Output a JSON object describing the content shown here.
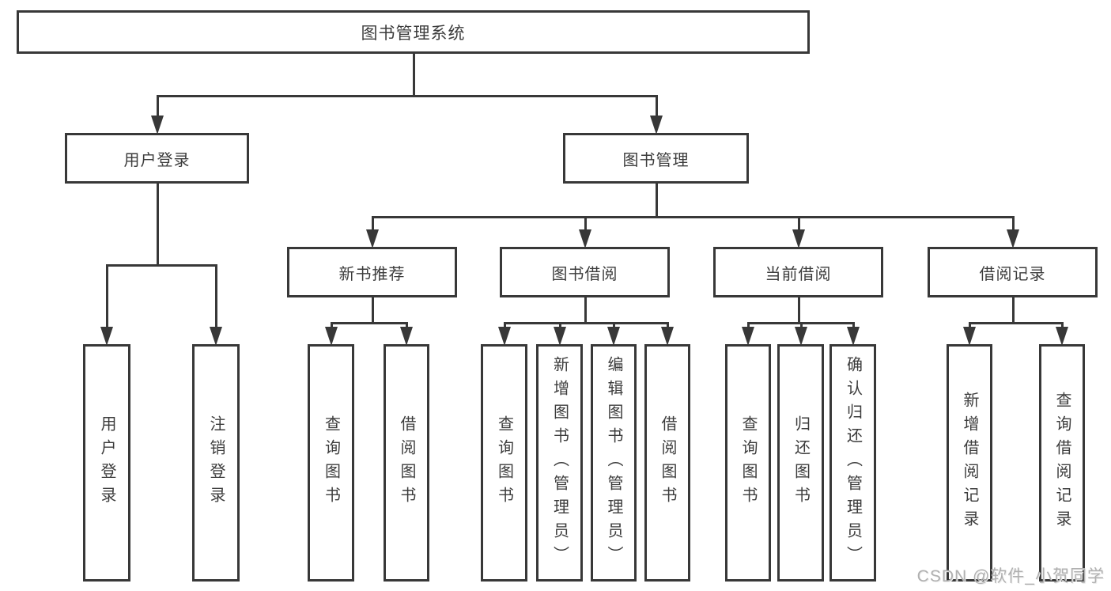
{
  "diagram": {
    "title": "图书管理系统",
    "watermark": "CSDN @软件_小贺同学",
    "colors": {
      "line": "#383838",
      "text": "#3c3c3c",
      "box_background": "#ffffff",
      "watermark": "#b0b0b0"
    },
    "nodes": [
      {
        "id": "root",
        "label": "图书管理系统",
        "orientation": "horizontal",
        "level": 1
      },
      {
        "id": "user-login",
        "label": "用户登录",
        "orientation": "horizontal",
        "level": 2
      },
      {
        "id": "book-mgmt",
        "label": "图书管理",
        "orientation": "horizontal",
        "level": 2
      },
      {
        "id": "new-book-rec",
        "label": "新书推荐",
        "orientation": "horizontal",
        "level": 3
      },
      {
        "id": "book-borrow",
        "label": "图书借阅",
        "orientation": "horizontal",
        "level": 3
      },
      {
        "id": "current-borrow",
        "label": "当前借阅",
        "orientation": "horizontal",
        "level": 3
      },
      {
        "id": "borrow-records",
        "label": "借阅记录",
        "orientation": "horizontal",
        "level": 3
      },
      {
        "id": "login",
        "label": "用户登录",
        "orientation": "vertical",
        "level": 4
      },
      {
        "id": "logout",
        "label": "注销登录",
        "orientation": "vertical",
        "level": 4
      },
      {
        "id": "query-book-1",
        "label": "查询图书",
        "orientation": "vertical",
        "level": 4
      },
      {
        "id": "borrow-book-1",
        "label": "借阅图书",
        "orientation": "vertical",
        "level": 4
      },
      {
        "id": "query-book-2",
        "label": "查询图书",
        "orientation": "vertical",
        "level": 4
      },
      {
        "id": "add-book",
        "label": "新增图书（管理员）",
        "orientation": "vertical",
        "level": 4
      },
      {
        "id": "edit-book",
        "label": "编辑图书（管理员）",
        "orientation": "vertical",
        "level": 4
      },
      {
        "id": "borrow-book-2",
        "label": "借阅图书",
        "orientation": "vertical",
        "level": 4
      },
      {
        "id": "query-book-3",
        "label": "查询图书",
        "orientation": "vertical",
        "level": 4
      },
      {
        "id": "return-book",
        "label": "归还图书",
        "orientation": "vertical",
        "level": 4
      },
      {
        "id": "confirm-return",
        "label": "确认归还（管理员）",
        "orientation": "vertical",
        "level": 4
      },
      {
        "id": "add-borrow-record",
        "label": "新增借阅记录",
        "orientation": "vertical",
        "level": 4
      },
      {
        "id": "query-borrow-record",
        "label": "查询借阅记录",
        "orientation": "vertical",
        "level": 4
      }
    ],
    "hierarchy": {
      "root": [
        "user-login",
        "book-mgmt"
      ],
      "user-login": [
        "login",
        "logout"
      ],
      "book-mgmt": [
        "new-book-rec",
        "book-borrow",
        "current-borrow",
        "borrow-records"
      ],
      "new-book-rec": [
        "query-book-1",
        "borrow-book-1"
      ],
      "book-borrow": [
        "query-book-2",
        "add-book",
        "edit-book",
        "borrow-book-2"
      ],
      "current-borrow": [
        "query-book-3",
        "return-book",
        "confirm-return"
      ],
      "borrow-records": [
        "add-borrow-record",
        "query-borrow-record"
      ]
    }
  }
}
